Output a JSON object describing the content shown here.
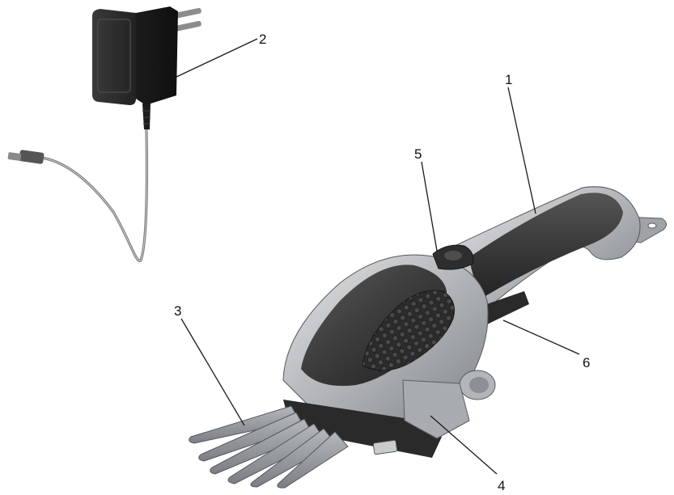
{
  "callouts": [
    {
      "id": "c1",
      "number": "1"
    },
    {
      "id": "c2",
      "number": "2"
    },
    {
      "id": "c3",
      "number": "3"
    },
    {
      "id": "c4",
      "number": "4"
    },
    {
      "id": "c5",
      "number": "5"
    },
    {
      "id": "c6",
      "number": "6"
    }
  ],
  "colors": {
    "charger": "#2a2a2a",
    "charger_shadow": "#151515",
    "cable": "#8e8e8e",
    "handle_grip": "#3a3a3a",
    "body_silver": "#b9bcbf",
    "body_dark": "#2e2e2e",
    "blade": "#9a9ea2",
    "blade_dark": "#6e7276"
  },
  "icons": {
    "charger": "power-adapter-icon",
    "tool": "grass-shear-icon"
  }
}
